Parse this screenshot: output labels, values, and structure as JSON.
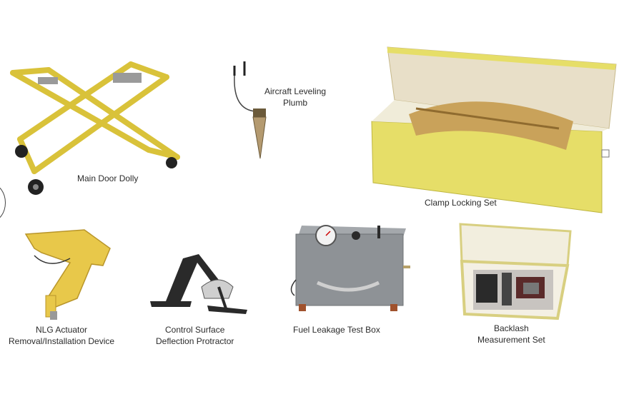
{
  "items": [
    {
      "id": "main-door-dolly",
      "label": "Main Door Dolly"
    },
    {
      "id": "leveling-plumb",
      "label_line1": "Aircraft  Leveling",
      "label_line2": "Plumb"
    },
    {
      "id": "clamp-locking-set",
      "label": "Clamp Locking Set"
    },
    {
      "id": "nlg-actuator",
      "label_line1": "NLG Actuator",
      "label_line2": "Removal/Installation Device"
    },
    {
      "id": "control-surface",
      "label_line1": "Control Surface",
      "label_line2": "Deflection Protractor"
    },
    {
      "id": "fuel-leakage",
      "label": "Fuel Leakage Test Box"
    },
    {
      "id": "backlash",
      "label_line1": "Backlash",
      "label_line2": "Measurement Set"
    }
  ],
  "colors": {
    "tool_yellow": "#e8d24a",
    "case_yellow": "#e6de68",
    "box_gray": "#8e9296",
    "dark": "#2a2a2a"
  }
}
